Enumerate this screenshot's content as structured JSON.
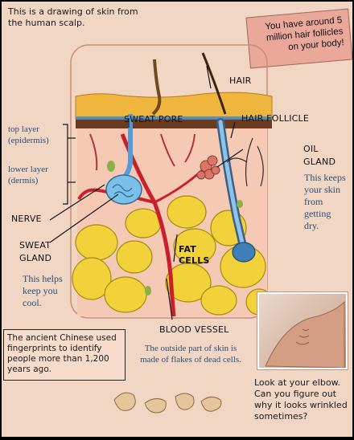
{
  "intro": "This is a drawing of skin from the human scalp.",
  "fact_card": "You have around 5 million hair follicles on your body!",
  "labels": {
    "hair": "HAIR",
    "sweat_pore": "SWEAT PORE",
    "hair_follicle": "HAIR FOLLICLE",
    "oil_gland": "OIL GLAND",
    "nerve": "NERVE",
    "sweat_gland": "SWEAT GLAND",
    "fat_cells": "FAT CELLS",
    "blood_vessel": "BLOOD VESSEL"
  },
  "layers": {
    "top": "top layer (epidermis)",
    "lower": "lower layer (dermis)"
  },
  "captions": {
    "oil_gland": "This keeps your skin from getting dry.",
    "sweat_gland": "This helps keep you cool.",
    "fingerprints": "The ancient Chinese used fingerprints to identify people more than 1,200 years ago.",
    "flakes": "The outside part of skin is made of flakes of dead cells.",
    "elbow": "Look at your elbow. Can you figure out why it looks wrinkled sometimes?"
  }
}
